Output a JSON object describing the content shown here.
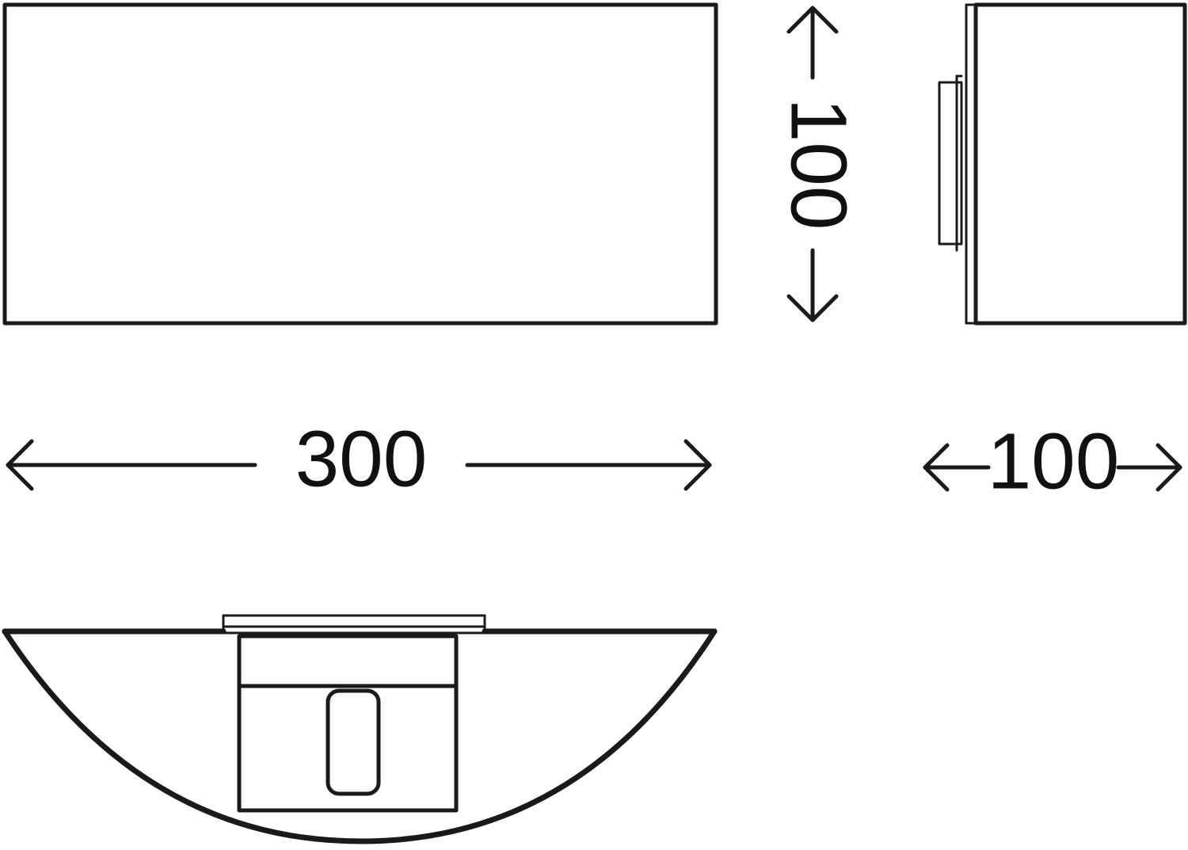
{
  "dimensions": {
    "width": "300",
    "height": "100",
    "depth": "100"
  },
  "colors": {
    "line": "#1a1a1a",
    "background": "#ffffff"
  }
}
